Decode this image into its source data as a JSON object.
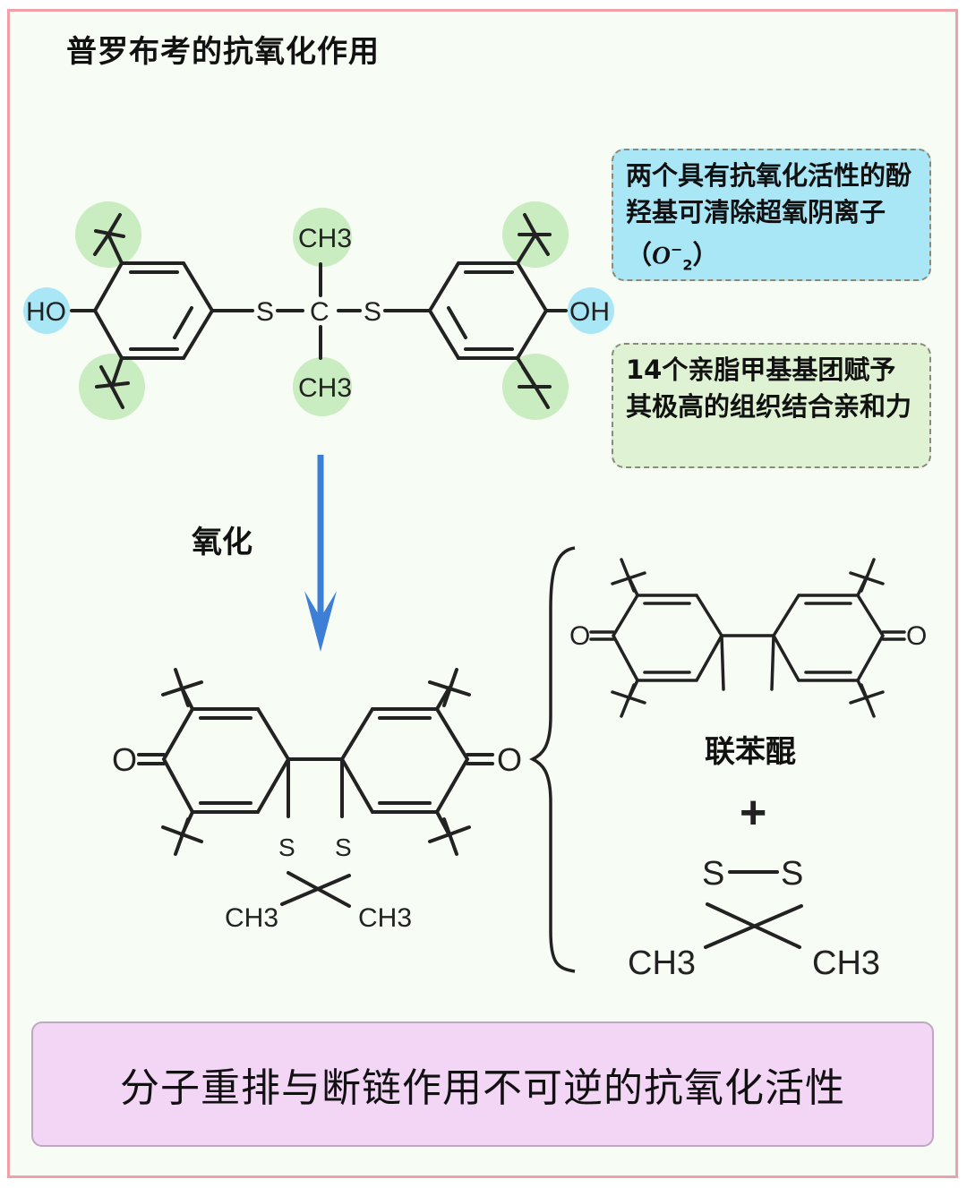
{
  "title": "普罗布考的抗氧化作用",
  "notes": {
    "blue_text": "两个具有抗氧化活性的酚羟基可清除超氧阴离子（",
    "blue_ion": "O",
    "blue_ion_sup": "−",
    "blue_ion_sub": "2",
    "blue_close": "）",
    "green_text": "14个亲脂甲基基团赋予其极高的组织结合亲和力"
  },
  "arrow_label": "氧化",
  "biphenyl_label": "联苯醌",
  "plus": "+",
  "conclusion": "分子重排与断链作用不可逆的抗氧化活性",
  "atoms": {
    "ho": "HO",
    "oh": "OH",
    "s": "S",
    "c": "C",
    "o": "O",
    "ch3": "CH3"
  },
  "colors": {
    "frame": "#f0a0a8",
    "highlight_blue": "#a9e6f6",
    "highlight_green": "#c9ecc0",
    "arrow": "#3d7fd6",
    "conclusion_bg": "#f3d5f5"
  }
}
